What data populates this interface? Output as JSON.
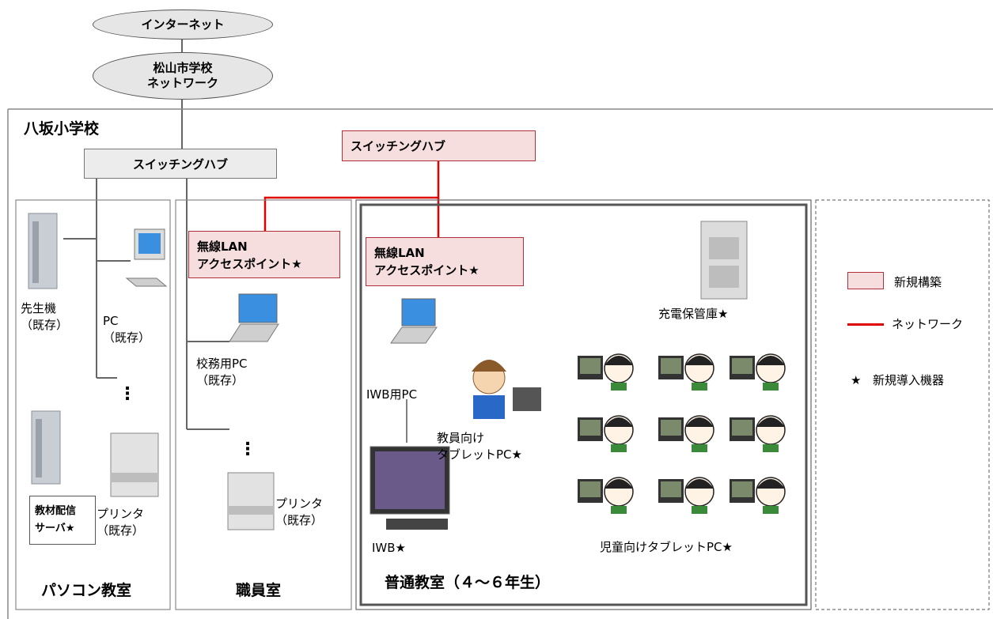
{
  "internet": "インターネット",
  "city_network": "松山市学校\nネットワーク",
  "school_name": "八坂小学校",
  "hub_existing": "スイッチングハブ",
  "hub_new": "スイッチングハブ",
  "ap_staff": "無線LAN\nアクセスポイント★",
  "ap_classroom": "無線LAN\nアクセスポイント★",
  "pc_room": {
    "title": "パソコン教室",
    "teacher_pc": "先生機\n（既存）",
    "pc": "PC\n（既存）",
    "server": "教材配信\nサーバ★",
    "printer": "プリンタ\n（既存）",
    "dots": "⋮"
  },
  "staff_room": {
    "title": "職員室",
    "admin_pc": "校務用PC\n（既存）",
    "printer": "プリンタ\n（既存）",
    "dots": "⋮"
  },
  "classroom": {
    "title": "普通教室（４～６年生）",
    "charging_cabinet": "充電保管庫★",
    "iwb_pc": "IWB用PC",
    "teacher_tablet": "教員向け\nタブレットPC★",
    "iwb": "IWB★",
    "student_tablets": "児童向けタブレットPC★"
  },
  "legend": {
    "new_build": "新規構築",
    "network": "ネットワーク",
    "new_equipment": "新規導入機器",
    "star": "★"
  },
  "colors": {
    "network_line": "#e00000",
    "new_fill": "#f7dede",
    "new_border": "#b0303a",
    "existing_line": "#666666"
  }
}
